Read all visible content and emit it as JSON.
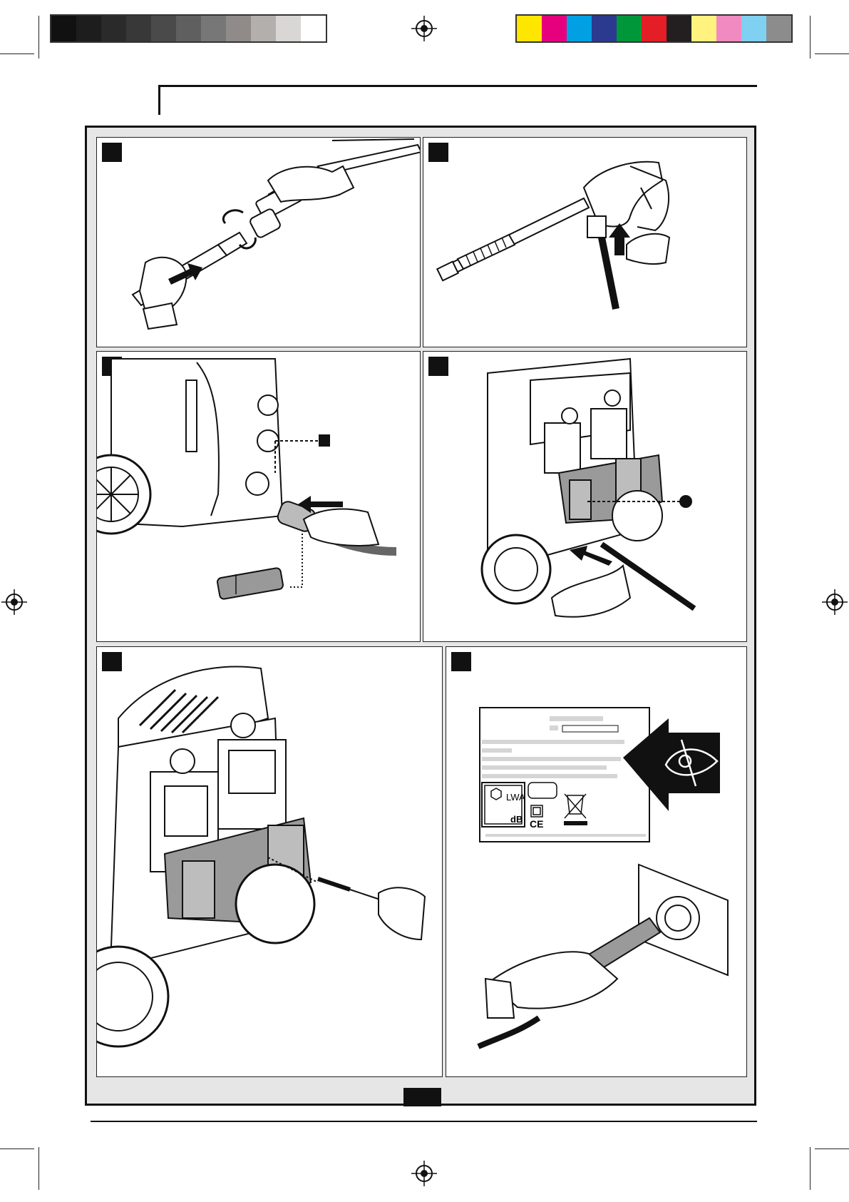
{
  "print_marks": {
    "grayscale": [
      "#111111",
      "#1d1d1d",
      "#2a2a2a",
      "#383838",
      "#4a4a4a",
      "#5f5f5f",
      "#777777",
      "#908b89",
      "#b3afad",
      "#d8d7d6",
      "#ffffff"
    ],
    "process_colors": [
      "#ffe600",
      "#e6007e",
      "#00a0e3",
      "#2b3a8f",
      "#00973a",
      "#e41e26",
      "#231f20",
      "#fff27f",
      "#f08ac0",
      "#7fd0f1",
      "#8c8c8c"
    ]
  },
  "figures": [
    {
      "number": "",
      "subject": "lance-to-nozzle"
    },
    {
      "number": "",
      "subject": "hose-to-gun"
    },
    {
      "number": "",
      "subject": "hose-to-outlet"
    },
    {
      "number": "",
      "subject": "lance-holder"
    },
    {
      "number": "",
      "subject": "holder-screw"
    },
    {
      "number": "",
      "subject": "rating-plate-and-plug"
    }
  ],
  "callouts": {
    "panel3_square": "",
    "panel4_dot": ""
  },
  "rating_plate": {
    "sound_power_label": "LWA",
    "unit": "dB",
    "conformity": "CE"
  },
  "page_number": "",
  "colors": {
    "frame": "#111111",
    "panel_bg": "#ffffff",
    "frame_bg": "#e6e6e6",
    "highlight_grey": "#9a9a9a"
  }
}
